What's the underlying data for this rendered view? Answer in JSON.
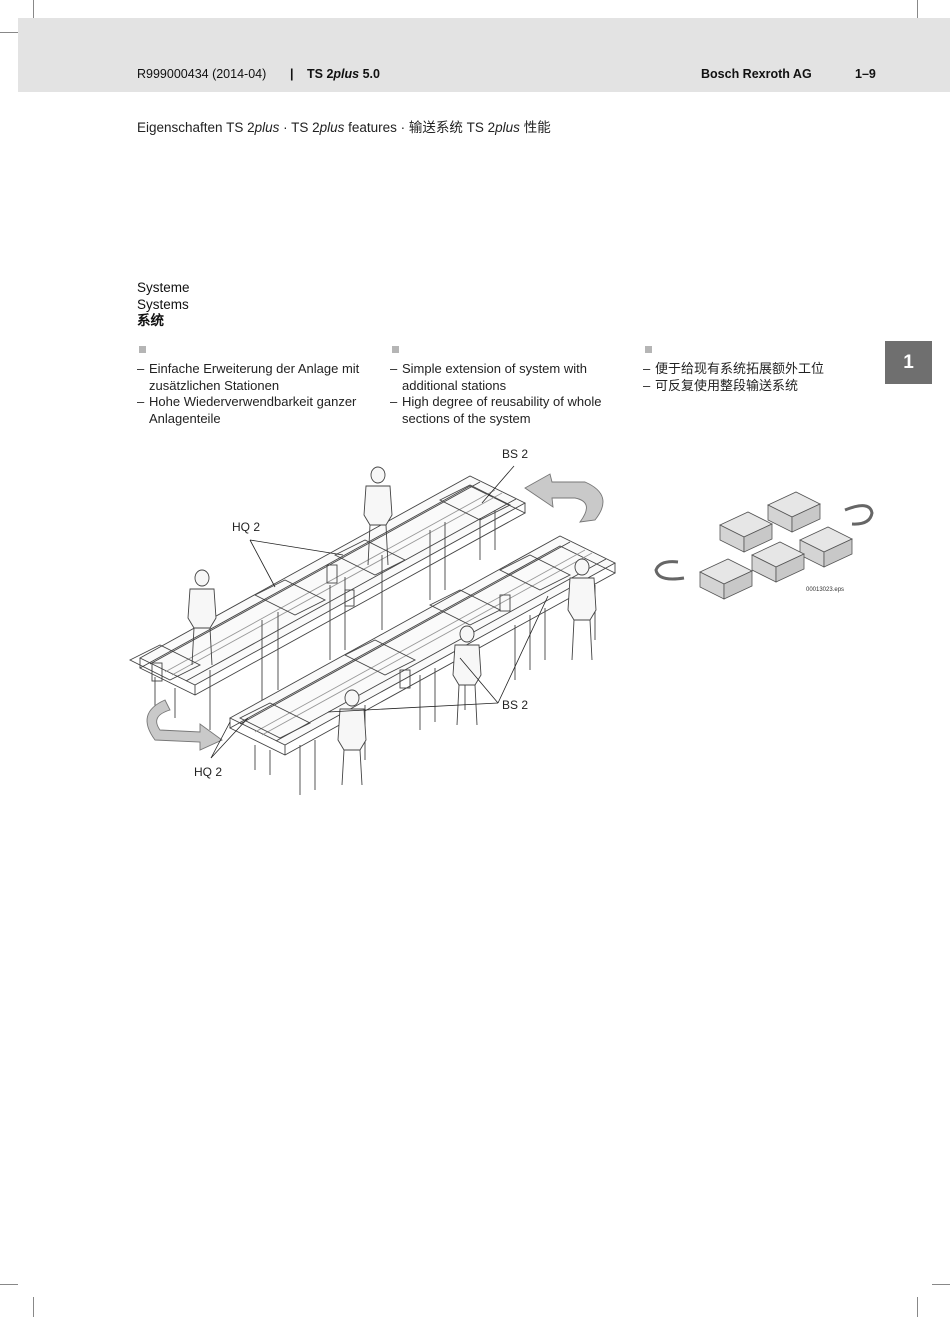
{
  "header": {
    "doc_number": "R999000434 (2014-04)",
    "separator": "|",
    "product_prefix": "TS 2",
    "product_italic": "plus",
    "product_suffix": " 5.0",
    "company": "Bosch Rexroth AG",
    "page_number": "1–9"
  },
  "subtitle": {
    "p1": "Eigenschaften TS 2",
    "i1": "plus",
    "p2": " · TS 2",
    "i2": "plus",
    "p3": " features · 输送系统 TS 2",
    "i3": "plus",
    "p4": " 性能"
  },
  "section": {
    "de": "Systeme",
    "en": "Systems",
    "zh": "系统"
  },
  "columns": {
    "de": [
      "Einfache Erweiterung der Anlage mit zusätzlichen Stationen",
      "Hohe Wiederverwendbarkeit ganzer Anlagenteile"
    ],
    "en": [
      "Simple extension of system with additional stations",
      "High degree of reusability of whole sections of the system"
    ],
    "zh": [
      "便于给现有系统拓展额外工位",
      "可反复使用整段输送系统"
    ]
  },
  "chapter_tab": "1",
  "figure": {
    "callouts": {
      "bs2_top": "BS 2",
      "hq2_left": "HQ 2",
      "bs2_bottom": "BS 2",
      "hq2_bottom": "HQ 2"
    },
    "image_id": "00013023.eps"
  }
}
